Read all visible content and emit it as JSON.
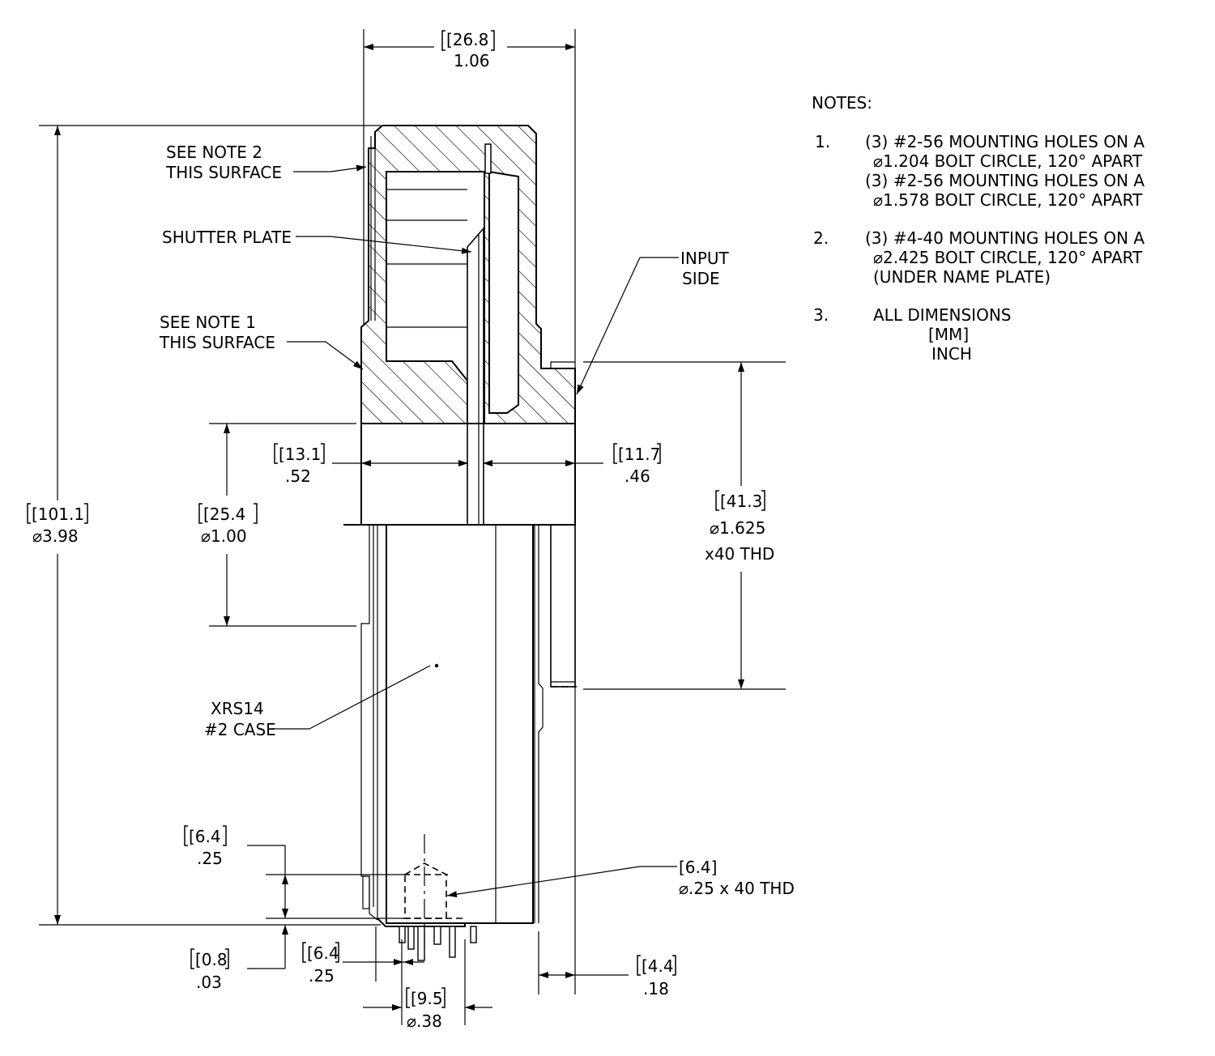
{
  "dimensions": {
    "top_width": {
      "mm": "[26.8",
      "inch": "1.06"
    },
    "overall_height": {
      "mm": "[101.1",
      "inch": "⌀3.98"
    },
    "body_diameter": {
      "mm": "[25.4",
      "inch": "⌀1.00"
    },
    "left_offset": {
      "mm": "[13.1",
      "inch": ".52"
    },
    "right_offset": {
      "mm": "[11.7",
      "inch": ".46"
    },
    "thread": {
      "mm": "[41.3",
      "inch": "⌀1.625",
      "thread": "x40 THD"
    },
    "pin_depth": {
      "mm": "[6.4",
      "inch": ".25"
    },
    "pin_gap": {
      "mm": "[0.8",
      "inch": ".03"
    },
    "pin_spacing": {
      "mm": "[6.4",
      "inch": ".25"
    },
    "pin_circle": {
      "mm": "[9.5",
      "inch": "⌀.38"
    },
    "side_step": {
      "mm": "[4.4",
      "inch": ".18"
    },
    "hole_thread": {
      "mm": "[6.4]",
      "inch": "⌀.25 x 40 THD"
    }
  },
  "callouts": {
    "note2": [
      "SEE NOTE 2",
      "THIS SURFACE"
    ],
    "shutter": "SHUTTER PLATE",
    "note1": [
      "SEE NOTE 1",
      "THIS SURFACE"
    ],
    "input": [
      "INPUT",
      "SIDE"
    ],
    "case": [
      "XRS14",
      "#2 CASE"
    ]
  },
  "notes": {
    "title": "NOTES:",
    "items": [
      {
        "num": "1.",
        "lines": [
          "(3) #2-56 MOUNTING HOLES ON A",
          "⌀1.204 BOLT CIRCLE, 120° APART",
          "(3) #2-56 MOUNTING HOLES ON A",
          "⌀1.578 BOLT CIRCLE, 120° APART"
        ]
      },
      {
        "num": "2.",
        "lines": [
          "(3) #4-40 MOUNTING HOLES ON A",
          "⌀2.425 BOLT CIRCLE, 120° APART",
          "(UNDER NAME PLATE)"
        ]
      },
      {
        "num": "3.",
        "lines": [
          "ALL DIMENSIONS",
          "[MM]",
          "INCH"
        ]
      }
    ]
  }
}
